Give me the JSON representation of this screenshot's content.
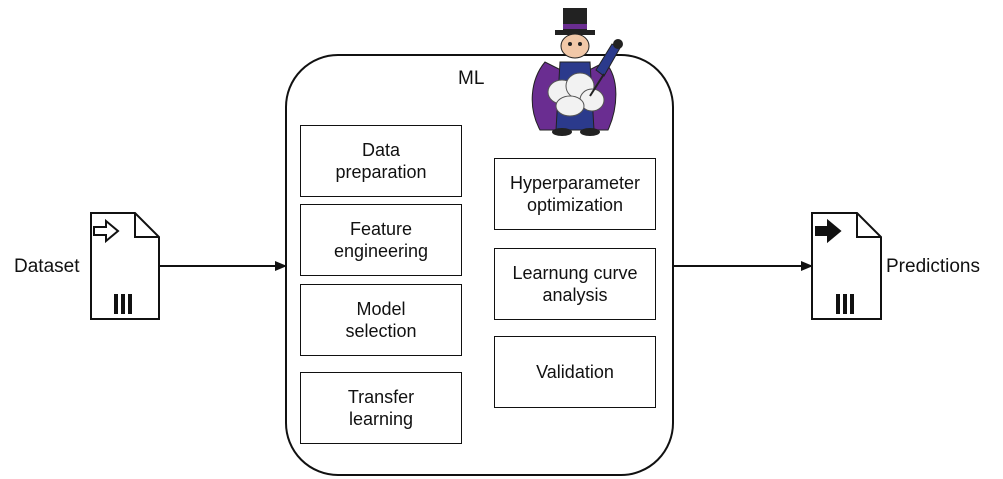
{
  "input_label": "Dataset",
  "output_label": "Predictions",
  "ml_container": {
    "title": "ML",
    "mascot_icon": "wizard-mascot-icon",
    "left_column": [
      "Data\npreparation",
      "Feature\nengineering",
      "Model\nselection",
      "Transfer\nlearning"
    ],
    "right_column": [
      "Hyperparameter\noptimization",
      "Learnung curve\nanalysis",
      "Validation"
    ]
  },
  "input_file_icon": "file-import-icon",
  "output_file_icon": "file-export-icon",
  "colors": {
    "stroke": "#111111",
    "mascot_purple": "#6a2d91",
    "mascot_blue": "#2b3a8c",
    "mascot_cloud": "#f2f2f2"
  }
}
